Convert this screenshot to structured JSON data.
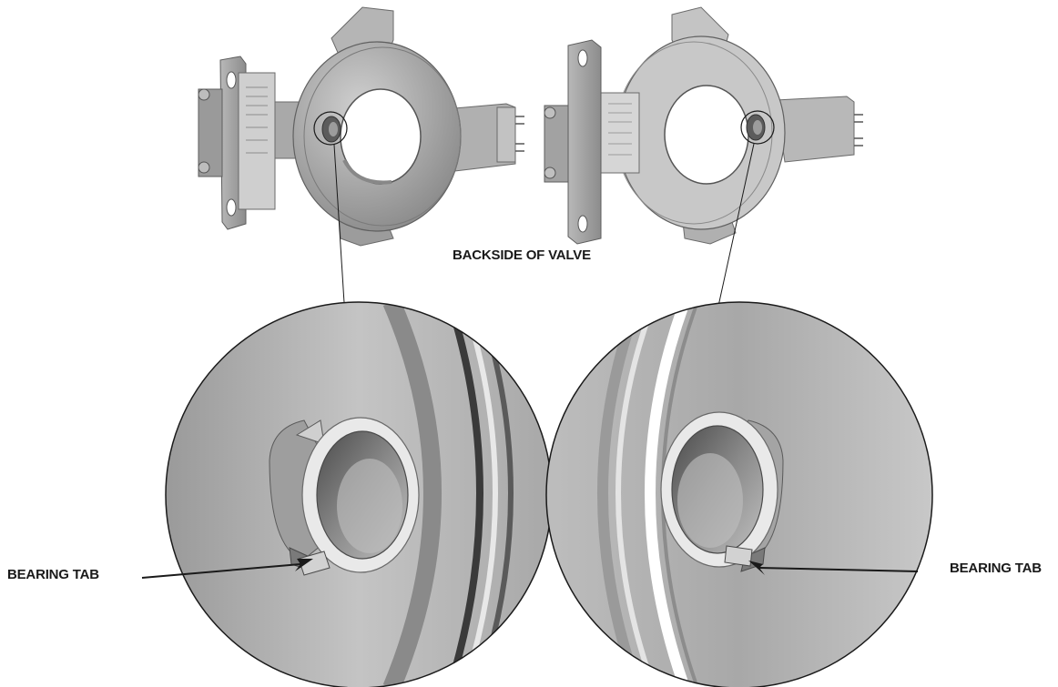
{
  "labels": {
    "backside": "BACKSIDE OF VALVE",
    "bearing_tab_left": "BEARING TAB",
    "bearing_tab_right": "BEARING TAB"
  },
  "colors": {
    "ink": "#1a1a1a",
    "metal_light": "#dcdcdc",
    "metal_mid": "#a6a6a6",
    "metal_dark": "#6e6e6e"
  }
}
